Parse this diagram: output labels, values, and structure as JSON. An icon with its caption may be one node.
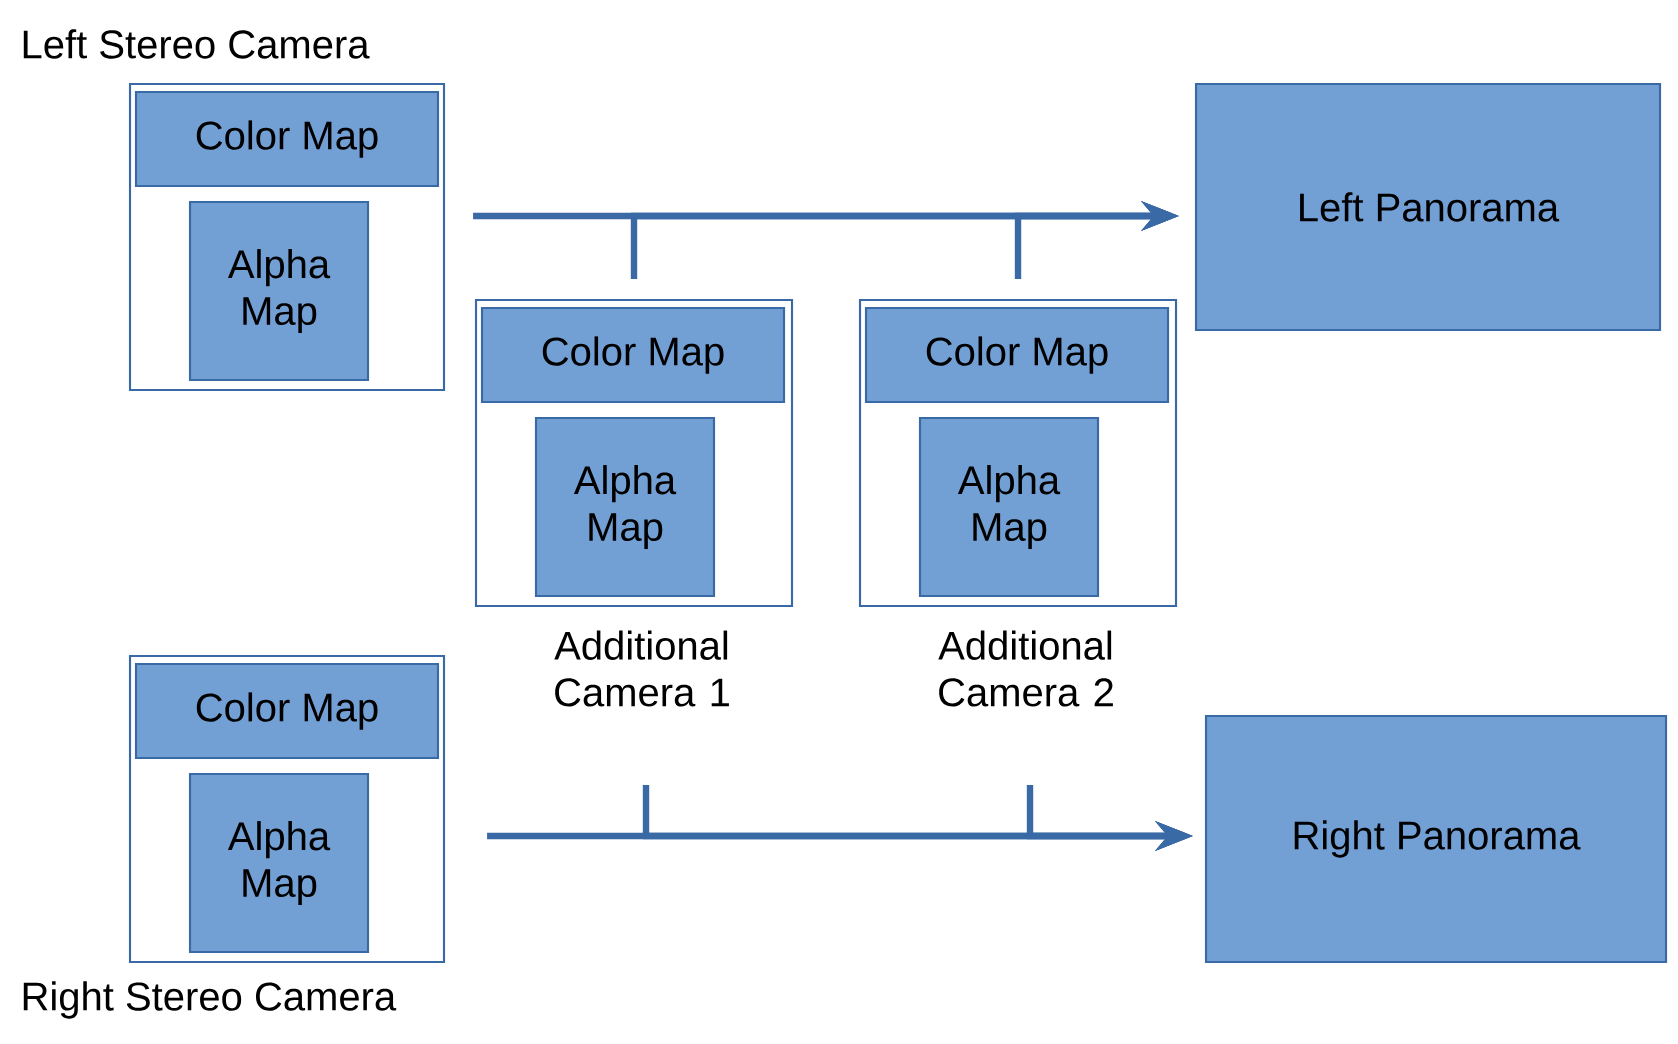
{
  "diagram": {
    "nodes": [
      {
        "text": [
          "Left Stereo Camera"
        ]
      },
      {
        "text": [
          "Color Map"
        ],
        "in": 0
      },
      {
        "text": [
          "Alpha Map"
        ],
        "in": 0
      },
      {
        "text": [
          "Additional Camera 1"
        ]
      },
      {
        "text": [
          "Color Map"
        ],
        "in": 3
      },
      {
        "text": [
          "Alpha Map"
        ],
        "in": 3
      },
      {
        "text": [
          "Additional Camera 2"
        ]
      },
      {
        "text": [
          "Color Map"
        ],
        "in": 6
      },
      {
        "text": [
          "Alpha Map"
        ],
        "in": 6
      },
      {
        "text": [
          "Left Panorama"
        ]
      },
      {
        "text": [
          "Right Stereo Camera"
        ]
      },
      {
        "text": [
          "Color Map"
        ],
        "in": 10
      },
      {
        "text": [
          "Alpha Map"
        ],
        "in": 10
      },
      {
        "text": [
          "Right Panorama"
        ]
      }
    ],
    "edges": [
      {
        "from": 0,
        "to": 9,
        "arrow": "to"
      },
      {
        "from": 3,
        "to": 9,
        "arrow": "to"
      },
      {
        "from": 6,
        "to": 9,
        "arrow": "to"
      },
      {
        "from": 10,
        "to": 13,
        "arrow": "to"
      },
      {
        "from": 3,
        "to": 13,
        "arrow": "to"
      },
      {
        "from": 6,
        "to": 13,
        "arrow": "to"
      }
    ]
  }
}
